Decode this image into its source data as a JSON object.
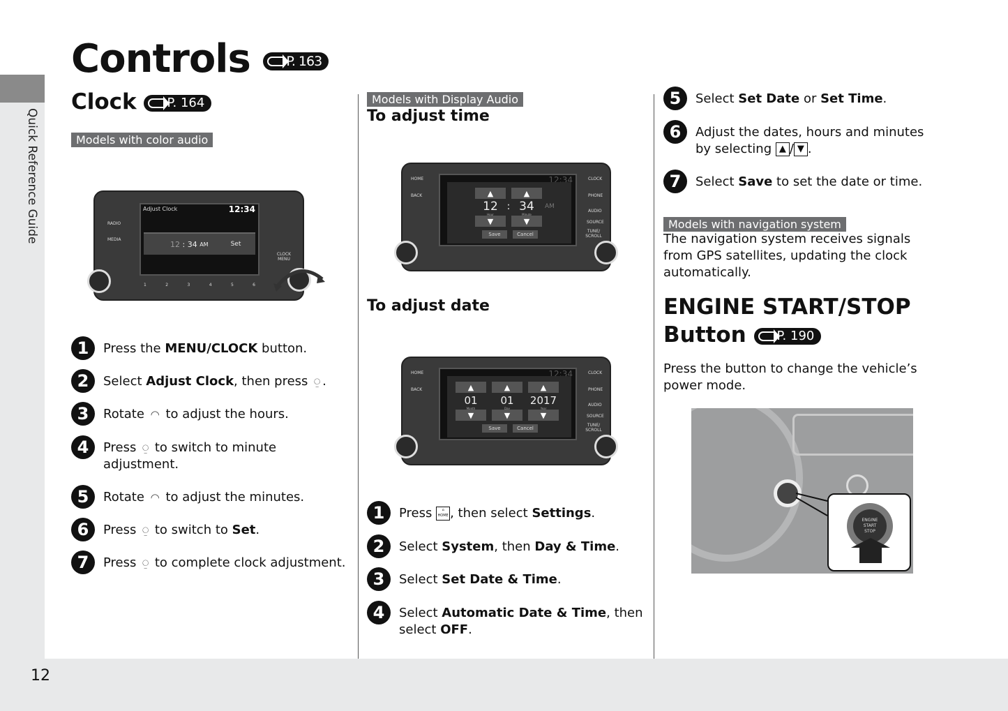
{
  "sidebar": {
    "label": "Quick Reference Guide"
  },
  "page_number": "12",
  "title": {
    "text": "Controls",
    "ref": "P. 163"
  },
  "clock": {
    "heading": "Clock",
    "ref": "P. 164",
    "tag": "Models with color audio",
    "device": {
      "screen_title": "Adjust Clock",
      "screen_time": "12:34",
      "hour": "12",
      "minute": "34",
      "ampm": "AM",
      "set": "Set",
      "buttons_left": [
        "RADIO",
        "MEDIA"
      ],
      "presets": [
        "1",
        "2",
        "3",
        "4",
        "5",
        "6"
      ],
      "right_label": "CLOCK MENU"
    },
    "steps": [
      {
        "n": "1",
        "pre": "Press the ",
        "b1": "MENU/CLOCK",
        "post": " button."
      },
      {
        "n": "2",
        "pre": "Select ",
        "b1": "Adjust Clock",
        "post": ", then press ",
        "icon": "press-knob-icon",
        "end": "."
      },
      {
        "n": "3",
        "pre": "Rotate ",
        "icon": "rotate-knob-icon",
        "post": " to adjust the hours."
      },
      {
        "n": "4",
        "pre": "Press ",
        "icon": "press-knob-icon",
        "post": " to switch to minute adjustment."
      },
      {
        "n": "5",
        "pre": "Rotate ",
        "icon": "rotate-knob-icon",
        "post": " to adjust the minutes."
      },
      {
        "n": "6",
        "pre": "Press ",
        "icon": "press-knob-icon",
        "post": " to switch to ",
        "b1": "Set",
        "end": "."
      },
      {
        "n": "7",
        "pre": "Press ",
        "icon": "press-knob-icon",
        "post": " to complete clock adjustment."
      }
    ]
  },
  "display_audio": {
    "tag": "Models with Display Audio",
    "time_heading": "To adjust time",
    "date_heading": "To adjust date",
    "time_device": {
      "hour": "12",
      "minute": "34",
      "hour_lbl": "Hour",
      "min_lbl": "Minute",
      "ampm": "AM",
      "save": "Save",
      "cancel": "Cancel",
      "status_time": "12:34"
    },
    "date_device": {
      "month": "01",
      "day": "01",
      "year": "2017",
      "month_lbl": "Month",
      "day_lbl": "Day",
      "year_lbl": "Year",
      "save": "Save",
      "cancel": "Cancel",
      "status_time": "12:34"
    },
    "left_buttons": [
      "HOME",
      "BACK",
      "",
      "",
      ""
    ],
    "right_buttons": [
      "CLOCK",
      "PHONE",
      "AUDIO",
      "SOURCE",
      "TUNE/ SCROLL"
    ],
    "steps": [
      {
        "n": "1",
        "pre": "Press ",
        "icon_label": "HOME",
        "mid": ", then select ",
        "b1": "Settings",
        "end": "."
      },
      {
        "n": "2",
        "pre": "Select ",
        "b1": "System",
        "mid": ", then ",
        "b2": "Day & Time",
        "end": "."
      },
      {
        "n": "3",
        "pre": "Select ",
        "b1": "Set Date & Time",
        "end": "."
      },
      {
        "n": "4",
        "pre": "Select ",
        "b1": "Automatic Date & Time",
        "mid": ", then select ",
        "b2": "OFF",
        "end": "."
      },
      {
        "n": "5",
        "pre": "Select ",
        "b1": "Set Date",
        "mid": " or ",
        "b2": "Set Time",
        "end": "."
      },
      {
        "n": "6",
        "pre": "Adjust the dates, hours and minutes by selecting ",
        "up": "▲",
        "sep": "/",
        "down": "▼",
        "end": "."
      },
      {
        "n": "7",
        "pre": "Select ",
        "b1": "Save",
        "mid": " to set the date or time."
      }
    ]
  },
  "navigation": {
    "tag": "Models with navigation system",
    "text": "The navigation system receives signals from GPS satellites, updating the clock automatically."
  },
  "engine": {
    "heading_line1": "ENGINE START/STOP",
    "heading_line2": "Button",
    "ref": "P. 190",
    "text": "Press the button to change the vehicle’s power mode.",
    "button_text": [
      "ENGINE",
      "START",
      "STOP"
    ]
  }
}
